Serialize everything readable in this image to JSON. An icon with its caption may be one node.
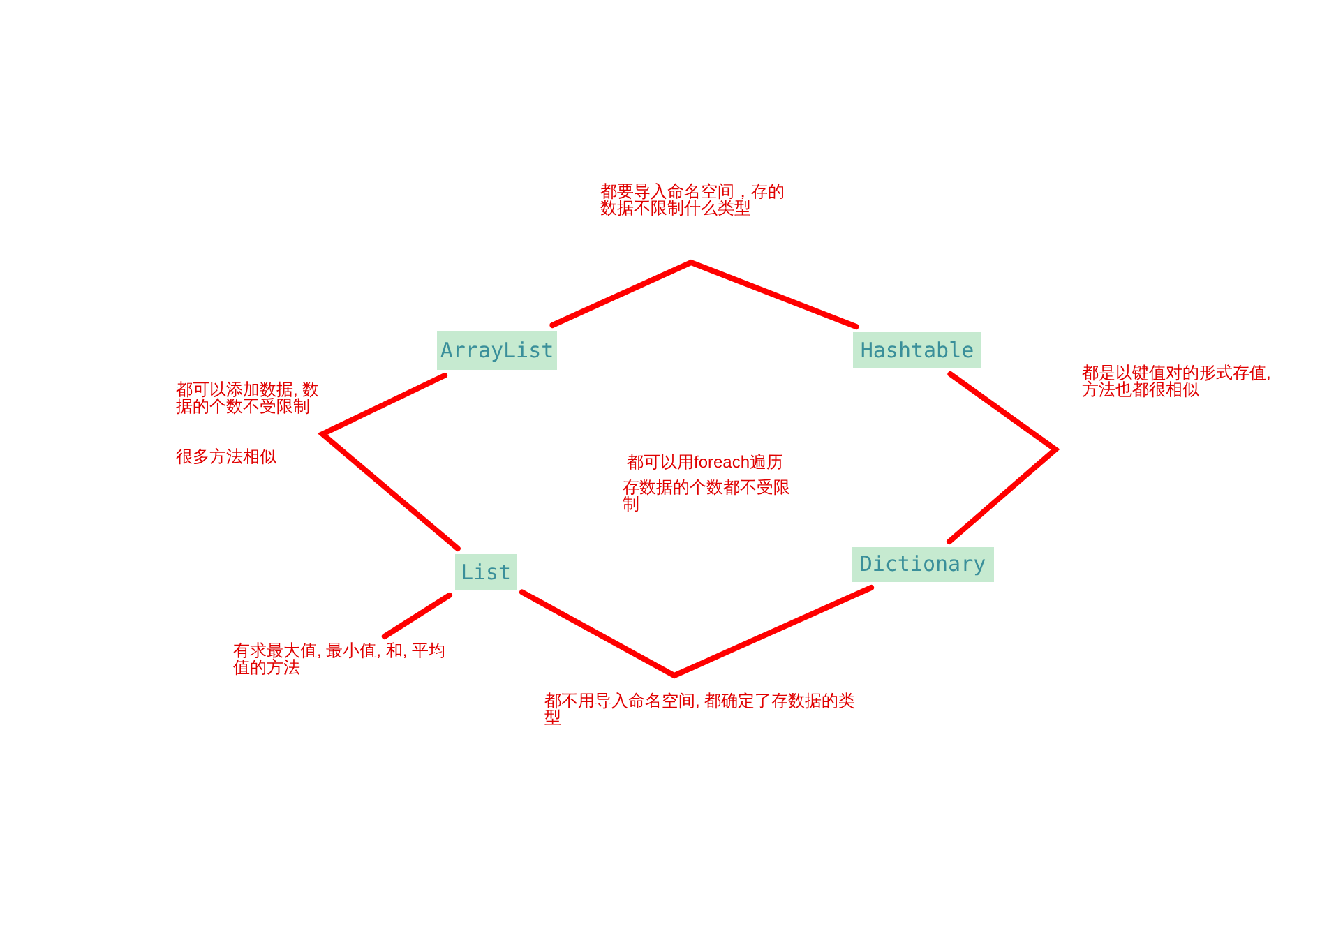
{
  "diagram": {
    "nodes": [
      {
        "text": [
          "ArrayList"
        ]
      },
      {
        "text": [
          "Hashtable"
        ]
      },
      {
        "text": [
          "List"
        ]
      },
      {
        "text": [
          "Dictionary"
        ]
      },
      {
        "text": [
          "有求最大值, 最小值, 和, 平均值的方法"
        ]
      }
    ],
    "edges": [
      {
        "from": 0,
        "to": 1,
        "arrow": "none"
      },
      {
        "from": 1,
        "to": 3,
        "arrow": "none"
      },
      {
        "from": 2,
        "to": 3,
        "arrow": "none"
      },
      {
        "from": 2,
        "to": 0,
        "arrow": "none"
      },
      {
        "from": 4,
        "to": 2,
        "arrow": "none"
      }
    ],
    "labels": [
      "都要导入命名空间，存的数据不限制什么类型",
      "都是以键值对的形式存值, 方法也都很相似",
      "都可以添加数据, 数据的个数不受限制",
      "很多方法相似",
      "都可以用foreach遍历",
      "存数据的个数都不受限制",
      "都不用导入命名空间, 都确定了存数据的类型"
    ]
  }
}
